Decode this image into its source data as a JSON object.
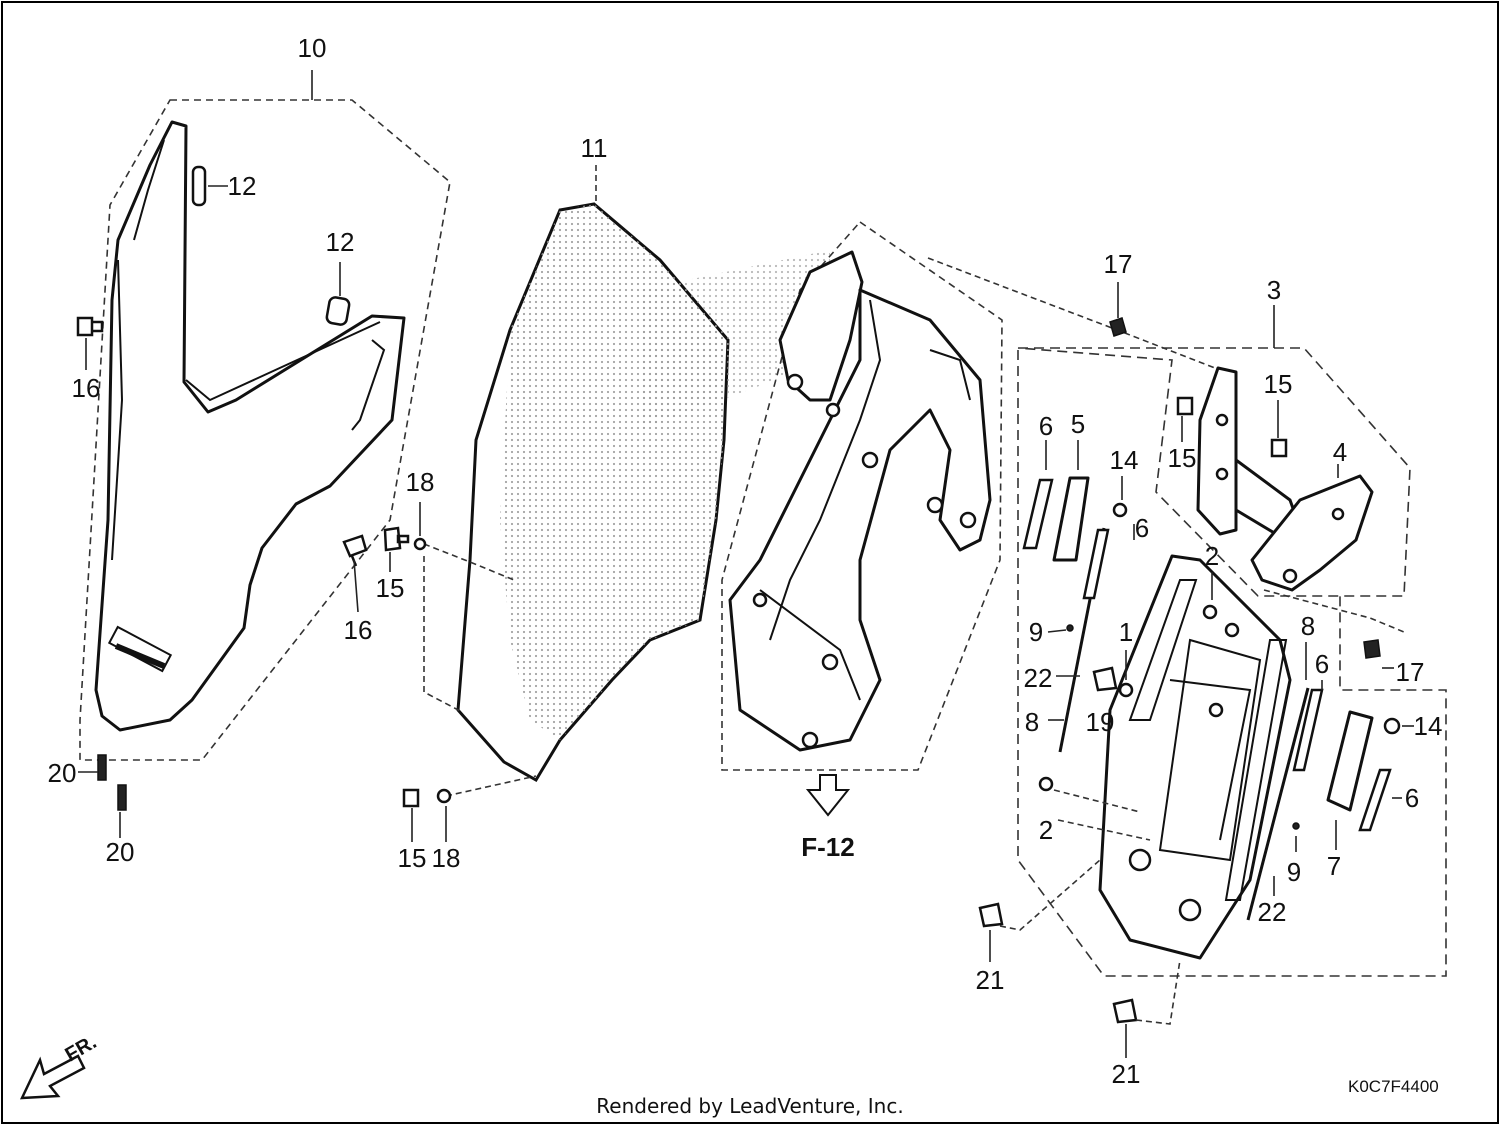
{
  "diagram": {
    "ref_code": "K0C7F4400",
    "section_ref": "F-12",
    "front_indicator": "FR.",
    "footer": "Rendered by LeadVenture, Inc.",
    "callouts": [
      {
        "id": "c10",
        "text": "10"
      },
      {
        "id": "c12a",
        "text": "12"
      },
      {
        "id": "c12b",
        "text": "12"
      },
      {
        "id": "c16a",
        "text": "16"
      },
      {
        "id": "c16b",
        "text": "16"
      },
      {
        "id": "c20a",
        "text": "20"
      },
      {
        "id": "c20b",
        "text": "20"
      },
      {
        "id": "c11",
        "text": "11"
      },
      {
        "id": "c18a",
        "text": "18"
      },
      {
        "id": "c15a",
        "text": "15"
      },
      {
        "id": "c15b",
        "text": "15"
      },
      {
        "id": "c18b",
        "text": "18"
      },
      {
        "id": "c17a",
        "text": "17"
      },
      {
        "id": "c3",
        "text": "3"
      },
      {
        "id": "c15c",
        "text": "15"
      },
      {
        "id": "c15d",
        "text": "15"
      },
      {
        "id": "c4",
        "text": "4"
      },
      {
        "id": "c17b",
        "text": "17"
      },
      {
        "id": "c6a",
        "text": "6"
      },
      {
        "id": "c5",
        "text": "5"
      },
      {
        "id": "c14a",
        "text": "14"
      },
      {
        "id": "c6b",
        "text": "6"
      },
      {
        "id": "c2a",
        "text": "2"
      },
      {
        "id": "c9a",
        "text": "9"
      },
      {
        "id": "c22a",
        "text": "22"
      },
      {
        "id": "c1",
        "text": "1"
      },
      {
        "id": "c19",
        "text": "19"
      },
      {
        "id": "c8a",
        "text": "8"
      },
      {
        "id": "c8b",
        "text": "8"
      },
      {
        "id": "c6c",
        "text": "6"
      },
      {
        "id": "c14b",
        "text": "14"
      },
      {
        "id": "c6d",
        "text": "6"
      },
      {
        "id": "c2b",
        "text": "2"
      },
      {
        "id": "c9b",
        "text": "9"
      },
      {
        "id": "c7",
        "text": "7"
      },
      {
        "id": "c22b",
        "text": "22"
      },
      {
        "id": "c21a",
        "text": "21"
      },
      {
        "id": "c21b",
        "text": "21"
      }
    ]
  }
}
